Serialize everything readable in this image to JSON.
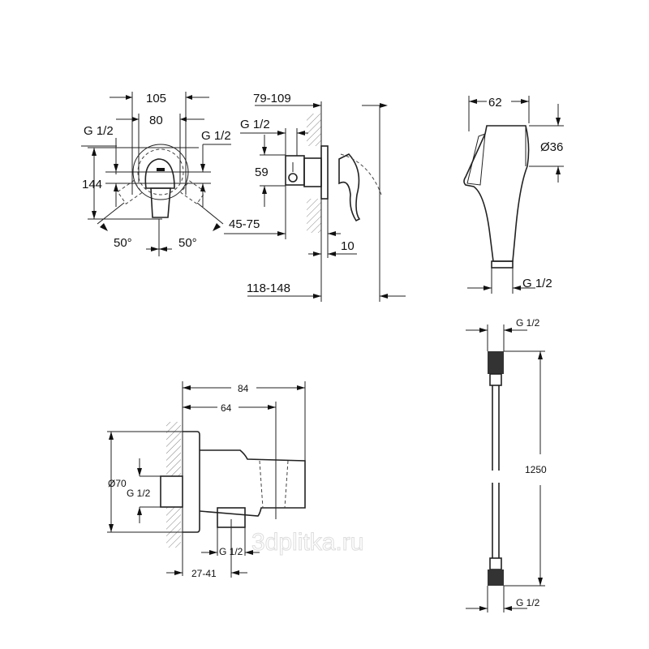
{
  "drawing": {
    "mixer_front": {
      "width_outer": "105",
      "width_inner": "80",
      "thread_left": "G 1/2",
      "thread_right": "G 1/2",
      "height": "144",
      "angle_left": "50°",
      "angle_right": "50°"
    },
    "mixer_side": {
      "thread": "G 1/2",
      "depth_wall": "79-109",
      "height_center": "59",
      "depth_body": "45-75",
      "plate": "10",
      "depth_total": "118-148"
    },
    "hand_shower": {
      "length": "62",
      "diameter": "Ø36",
      "thread": "G 1/2"
    },
    "wall_outlet": {
      "depth_total": "84",
      "depth_holder": "64",
      "diameter": "Ø70",
      "thread_inlet": "G 1/2",
      "thread_outlet": "G 1/2",
      "offset": "27-41"
    },
    "hose": {
      "thread_top": "G 1/2",
      "length": "1250",
      "thread_bottom": "G 1/2"
    },
    "watermark": "3dplitka.ru"
  }
}
